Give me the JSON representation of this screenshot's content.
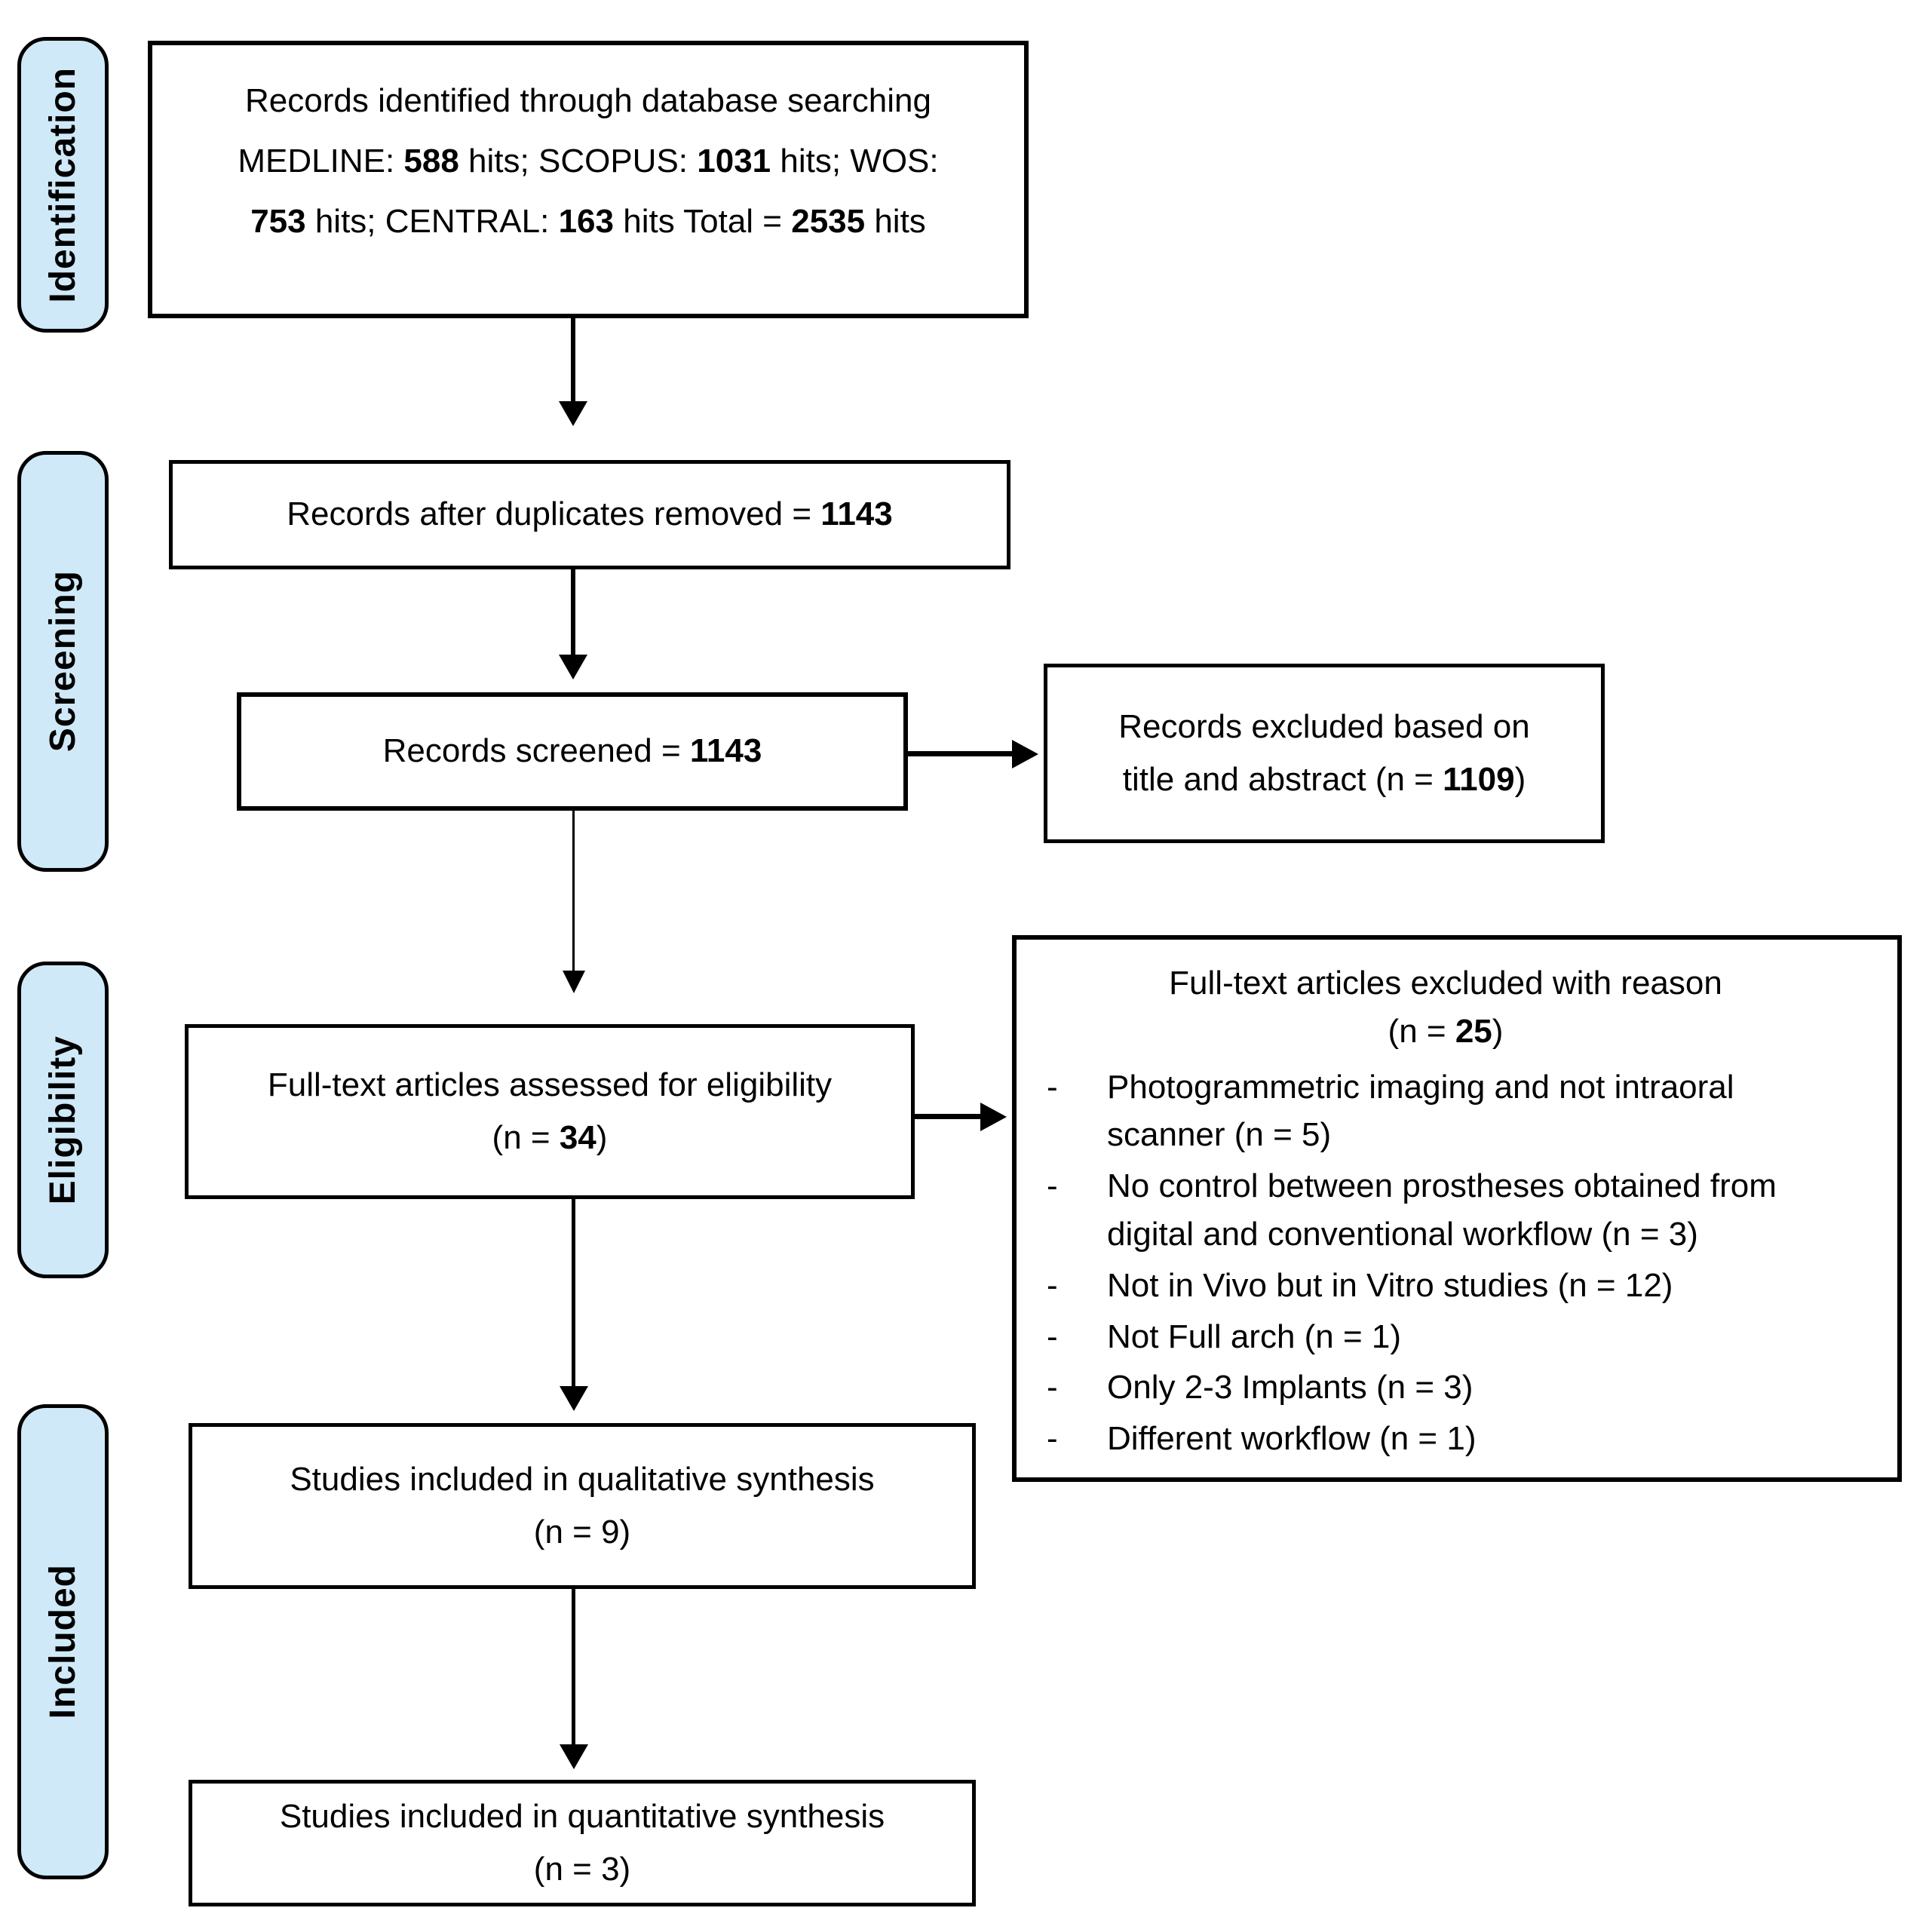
{
  "stages": {
    "identification": "Identification",
    "screening": "Screening",
    "eligibility": "Eligibility",
    "included": "Included"
  },
  "colors": {
    "stage_label_bg": "#cfe9f8",
    "line_color": "#000000",
    "box_bg": "#ffffff",
    "text_color": "#000000"
  },
  "boxes": {
    "identified": {
      "lines": [
        [
          {
            "t": "Records identified through database searching"
          }
        ],
        [
          {
            "t": "MEDLINE: "
          },
          {
            "t": "588",
            "b": 1
          },
          {
            "t": " hits; SCOPUS: "
          },
          {
            "t": "1031",
            "b": 1
          },
          {
            "t": " hits; WOS:"
          }
        ],
        [
          {
            "t": "753",
            "b": 1
          },
          {
            "t": " hits; CENTRAL: "
          },
          {
            "t": "163",
            "b": 1
          },
          {
            "t": " hits Total = "
          },
          {
            "t": "2535",
            "b": 1
          },
          {
            "t": " hits"
          }
        ]
      ]
    },
    "duplicates_removed": {
      "lines": [
        [
          {
            "t": "Records after duplicates removed = "
          },
          {
            "t": "1143",
            "b": 1
          }
        ]
      ]
    },
    "screened": {
      "lines": [
        [
          {
            "t": "Records screened = "
          },
          {
            "t": "1143",
            "b": 1
          }
        ]
      ]
    },
    "records_excluded": {
      "lines": [
        [
          {
            "t": "Records excluded based on"
          }
        ],
        [
          {
            "t": "title and abstract (n = "
          },
          {
            "t": "1109",
            "b": 1
          },
          {
            "t": ")"
          }
        ]
      ]
    },
    "fulltext_assessed": {
      "lines": [
        [
          {
            "t": "Full-text articles assessed for eligibility"
          }
        ],
        [
          {
            "t": "(n = "
          },
          {
            "t": "34",
            "b": 1
          },
          {
            "t": ")"
          }
        ]
      ]
    },
    "fulltext_excluded": {
      "marker": "-",
      "header": [
        [
          {
            "t": "Full-text articles excluded with reason"
          }
        ],
        [
          {
            "t": "(n = "
          },
          {
            "t": "25",
            "b": 1
          },
          {
            "t": ")"
          }
        ]
      ],
      "items": [
        [
          {
            "t": "Photogrammetric imaging and not intraoral scanner (n = 5)"
          }
        ],
        [
          {
            "t": "No control between prostheses obtained from digital and conventional workflow (n = 3)"
          }
        ],
        [
          {
            "t": "Not in Vivo but in Vitro studies (n = 12)"
          }
        ],
        [
          {
            "t": "Not Full arch (n = 1)"
          }
        ],
        [
          {
            "t": "Only 2-3 Implants (n = 3)"
          }
        ],
        [
          {
            "t": "Different workflow (n = 1)"
          }
        ]
      ]
    },
    "qualitative": {
      "lines": [
        [
          {
            "t": "Studies included in qualitative synthesis"
          }
        ],
        [
          {
            "t": "(n = 9)"
          }
        ]
      ]
    },
    "quantitative": {
      "lines": [
        [
          {
            "t": "Studies included in quantitative synthesis"
          }
        ],
        [
          {
            "t": "(n = 3)"
          }
        ]
      ]
    }
  }
}
